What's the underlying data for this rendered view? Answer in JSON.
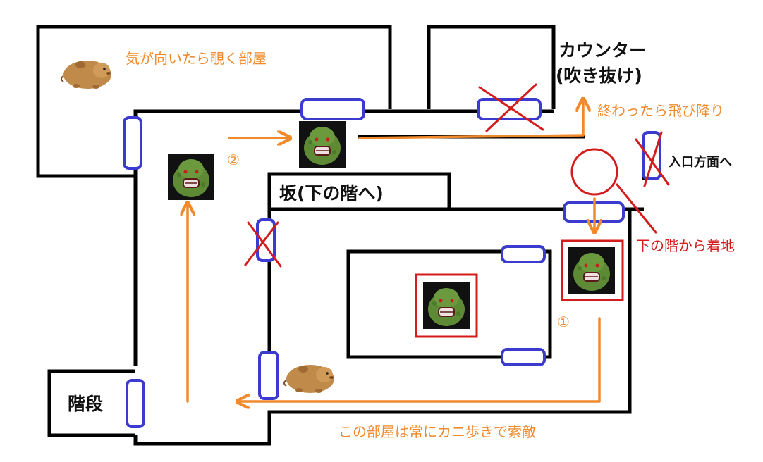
{
  "labels": {
    "nozoku_room": "気が向いたら覗く部屋",
    "counter_line1": "カウンター",
    "counter_line2": "(吹き抜け)",
    "jump_down": "終わったら飛び降り",
    "entrance": "入口方面へ",
    "slope": "坂(下の階へ)",
    "landing": "下の階から着地",
    "stairs": "階段",
    "crab_walk": "この部屋は常にカニ歩きで索敵",
    "marker_1": "①",
    "marker_2": "②"
  },
  "icons": {
    "enemy": "green-ogre-enemy-icon",
    "creature": "brown-hamster-creature-icon",
    "room_marker": "red-circle-marker",
    "door": "blue-door-marker",
    "blocked": "red-x-blocked-icon"
  },
  "colors": {
    "walls": "#000000",
    "doors": "#3b3bd0",
    "arrows": "#f08a2c",
    "highlight": "#d41c1c"
  }
}
